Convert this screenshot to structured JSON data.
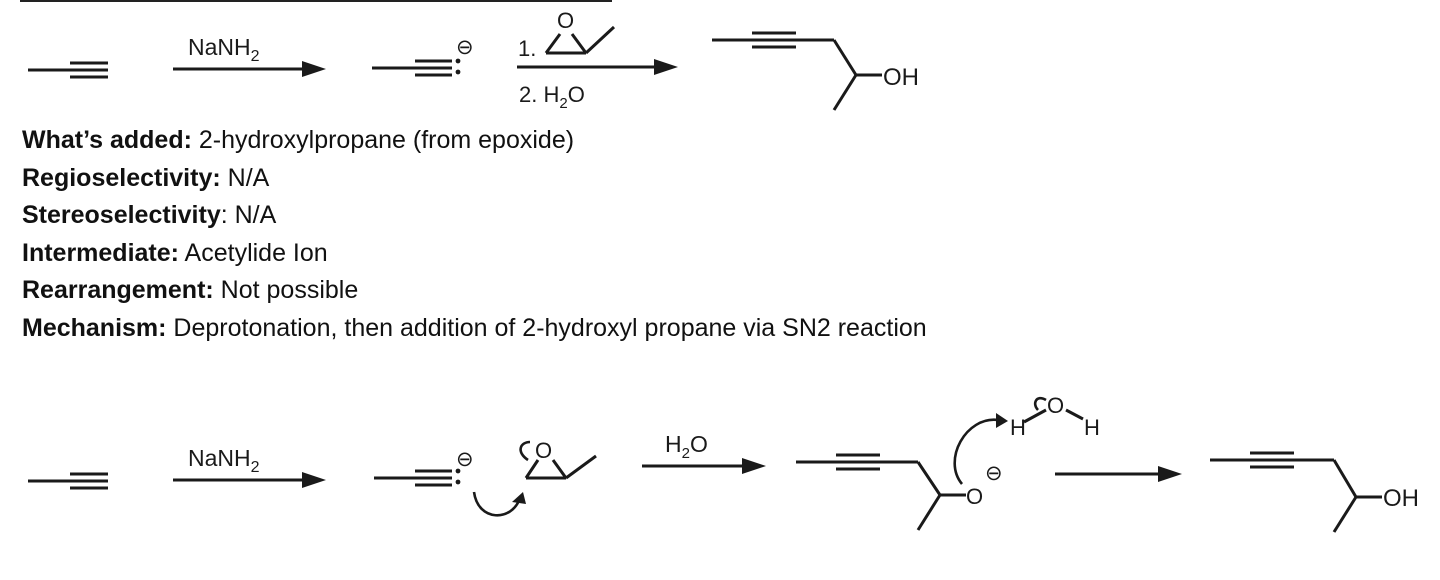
{
  "reaction1": {
    "reagent1": "NaNH",
    "reagent1_sub": "2",
    "step1": "1.",
    "step2_prefix": "2. H",
    "step2_sub": "2",
    "step2_suffix": "O",
    "epoxide_o": "O",
    "charge": "⊖",
    "product_oh": "OH"
  },
  "properties": [
    {
      "label": "What’s added:",
      "value": " 2-hydroxylpropane (from epoxide)"
    },
    {
      "label": "Regioselectivity:",
      "value": " N/A"
    },
    {
      "label": "Stereoselectivity",
      "value": ": N/A"
    },
    {
      "label": "Intermediate:",
      "value": " Acetylide Ion"
    },
    {
      "label": "Rearrangement:",
      "value": " Not possible"
    },
    {
      "label": "Mechanism:",
      "value": " Deprotonation, then addition of 2-hydroxyl propane via SN2 reaction"
    }
  ],
  "mechanism": {
    "reagent1": "NaNH",
    "reagent1_sub": "2",
    "reagent2_prefix": "H",
    "reagent2_sub": "2",
    "reagent2_suffix": "O",
    "charge": "⊖",
    "epoxide_o": "O",
    "alkoxide_o": "O",
    "water_h1": "H",
    "water_o": "O",
    "water_h2": "H",
    "product_oh": "OH"
  }
}
